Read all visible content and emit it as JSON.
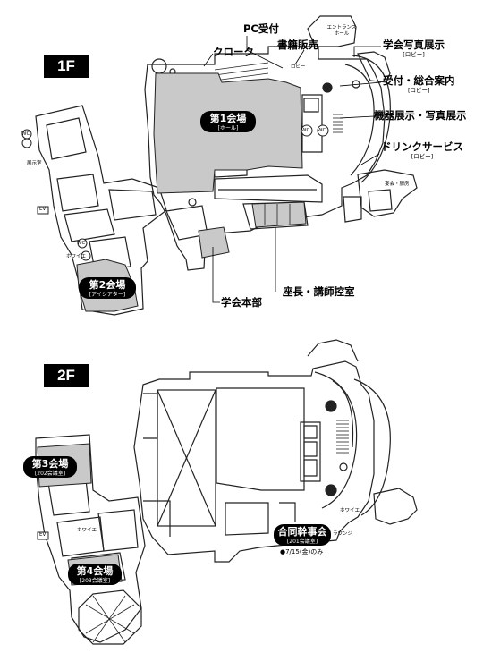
{
  "floors": {
    "f1": {
      "label": "1F"
    },
    "f2": {
      "label": "2F"
    }
  },
  "f1": {
    "hall1": {
      "name": "第1会場",
      "sub": "[ホール]"
    },
    "hall2": {
      "name": "第2会場",
      "sub": "[アイシアター]"
    },
    "callouts": {
      "pc_reception": "PC受付",
      "book_sales": "書籍販売",
      "cloak": "クローク",
      "photo_exhibit": {
        "name": "学会写真展示",
        "sub": "[ロビー]"
      },
      "reception": {
        "name": "受付・総合案内",
        "sub": "[ロビー]"
      },
      "equipment": "機器展示・写真展示",
      "drink": {
        "name": "ドリンクサービス",
        "sub": "[ロビー]"
      },
      "headquarters": "学会本部",
      "chairs_room": "座長・講師控室"
    },
    "small_labels": {
      "entrance_hall": "エントランス\nホール",
      "lobby": "ロビー",
      "exhibit_room": "展示室",
      "foyer": "ホワイエ",
      "dining": "宴会・厨房",
      "wc": "WC",
      "ev": "EV"
    }
  },
  "f2": {
    "hall3": {
      "name": "第3会場",
      "sub": "[202会議室]"
    },
    "hall4": {
      "name": "第4会場",
      "sub": "[203会議室]"
    },
    "joint": {
      "name": "合同幹事会",
      "sub": "[201会議室]"
    },
    "note": "●7/15(金)のみ",
    "small_labels": {
      "foyer_left": "ホワイエ",
      "foyer_right": "ホワイエ",
      "lounge": "ラウンジ",
      "ev": "EV"
    }
  },
  "colors": {
    "hall_fill": "#c9c9c9",
    "ink": "#000000",
    "wall": "#222222",
    "badge": "#000000"
  }
}
